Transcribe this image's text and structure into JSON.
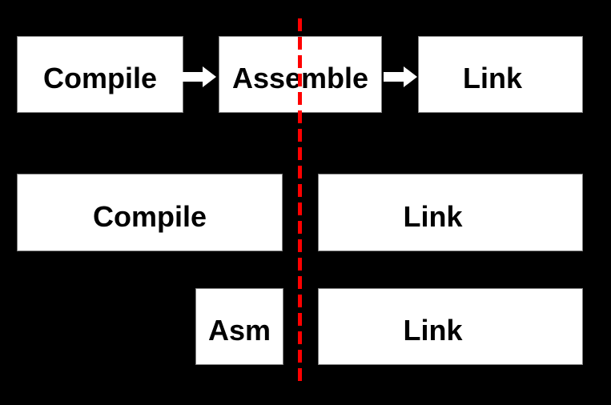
{
  "boxes": {
    "top_compile": "Compile",
    "top_assemble": "Assemble",
    "top_link": "Link",
    "mid_compile": "Compile",
    "mid_link": "Link",
    "bottom_asm": "Asm",
    "bottom_link": "Link"
  },
  "colors": {
    "background": "#000000",
    "box_fill": "#ffffff",
    "box_border": "#7f7f7f",
    "text": "#000000",
    "arrow": "#ffffff",
    "divider": "#ff0000"
  }
}
